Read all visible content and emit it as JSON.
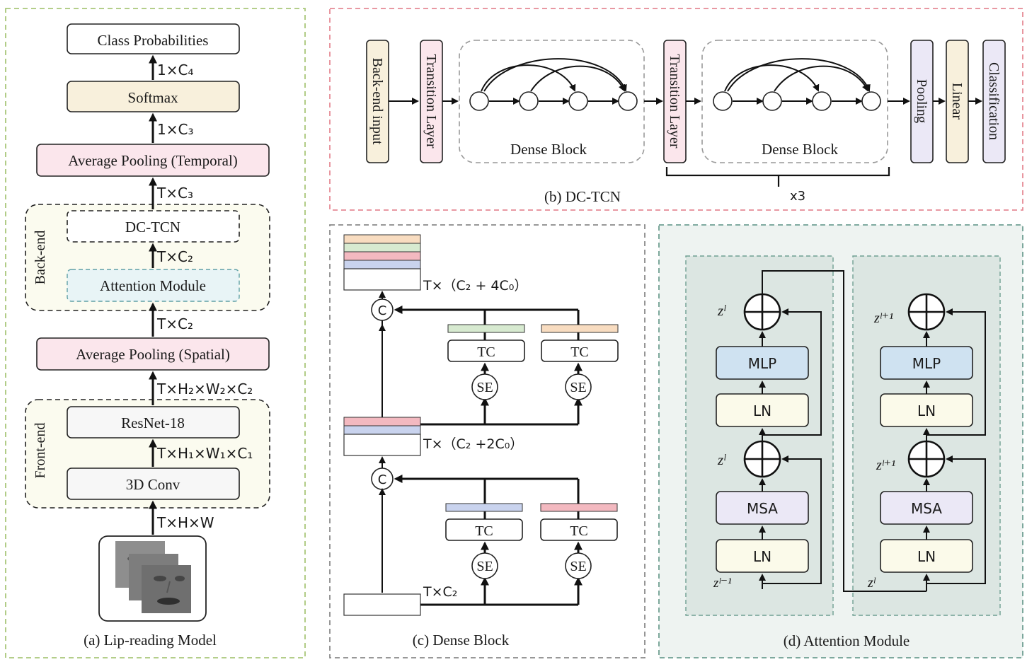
{
  "colors": {
    "panel_a_border": "#a9c77a",
    "panel_b_border": "#e58a95",
    "panel_c_border": "#8a8a8a",
    "panel_d_border": "#6f9f92",
    "panel_d_bg": "#eef3f1",
    "pink": "#fbe6ec",
    "cream": "#f8f0dc",
    "lightblue": "#e8f4f6",
    "mlp_blue": "#cfe2f1",
    "msa_lavender": "#ebe8f6",
    "ln_cream": "#fbfaea",
    "bar_orange": "#f8dcc0",
    "bar_green": "#d7ead0",
    "bar_pink": "#f3b9c0",
    "bar_blue": "#c9d3ee"
  },
  "panel_a": {
    "caption": "(a) Lip-reading Model",
    "boxes": {
      "class_prob": "Class Probabilities",
      "softmax": "Softmax",
      "avg_pool_temporal": "Average Pooling (Temporal)",
      "dc_tcn": "DC-TCN",
      "attention": "Attention Module",
      "avg_pool_spatial": "Average Pooling (Spatial)",
      "resnet": "ResNet-18",
      "conv3d": "3D Conv"
    },
    "groups": {
      "backend": "Back-end",
      "frontend": "Front-end"
    },
    "dims": {
      "d1": "1×C₄",
      "d2": "1×C₃",
      "d3": "T×C₃",
      "d4": "T×C₂",
      "d5": "T×C₂",
      "d6": "T×H₂×W₂×C₂",
      "d7": "T×H₁×W₁×C₁",
      "d8": "T×H×W"
    }
  },
  "panel_b": {
    "caption": "(b)  DC-TCN",
    "boxes": {
      "backend_input": "Back-end input",
      "transition1": "Transition Layer",
      "transition2": "Transition Layer",
      "pooling": "Pooling",
      "linear": "Linear",
      "classification": "Classification"
    },
    "dense1": "Dense Block",
    "dense2": "Dense Block",
    "repeat": "x3"
  },
  "panel_c": {
    "caption": "(c) Dense Block",
    "tc": "TC",
    "se": "SE",
    "concat": "C",
    "dim_top": "T×（C₂ + 4C₀）",
    "dim_mid": "T×（C₂ +2C₀）",
    "dim_bot": "T×C₂"
  },
  "panel_d": {
    "caption": "(d)  Attention Module",
    "mlp": "MLP",
    "ln": "LN",
    "msa": "MSA",
    "left_labels": {
      "top": "zˡ",
      "mid": "zˡ",
      "bot": "zˡ⁻¹"
    },
    "right_labels": {
      "top": "zˡ⁺¹",
      "mid": "zˡ⁺¹",
      "bot": "zˡ"
    }
  }
}
